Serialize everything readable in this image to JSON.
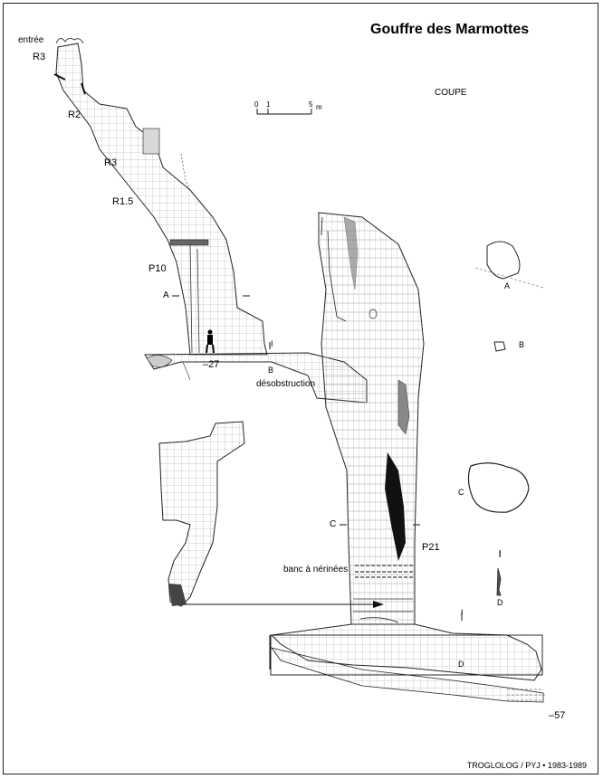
{
  "title": "Gouffre des Marmottes",
  "view_type": "COUPE",
  "credit": "TROGLOLOG / PYJ • 1983-1989",
  "scale_bar": {
    "ticks": [
      "0",
      "1",
      "5"
    ],
    "unit": "m"
  },
  "labels": {
    "entry": "entrée",
    "pitches": [
      "R3",
      "R2",
      "R3",
      "R1.5",
      "P10",
      "P21"
    ],
    "depth_mid": "–27",
    "depth_bottom": "–57",
    "obstruction": "désobstruction",
    "nerinees": "banc à nérinées"
  },
  "section_markers": [
    "A",
    "B",
    "C",
    "D"
  ],
  "section_ticks": [
    "I",
    "I",
    "I"
  ],
  "colors": {
    "line": "#222222",
    "fill_dark": "#111111",
    "grid": "#999999"
  }
}
